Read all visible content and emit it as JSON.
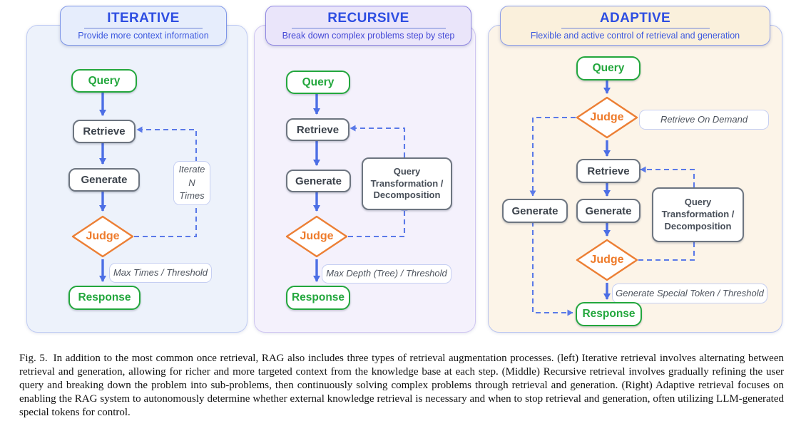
{
  "figure": {
    "caption_label": "Fig. 5.",
    "caption_text": "In addition to the most common once retrieval, RAG also includes three types of retrieval augmentation processes. (left) Iterative retrieval involves alternating between retrieval and generation, allowing for richer and more targeted context from the knowledge base at each step. (Middle) Recursive retrieval involves gradually refining the user query and breaking down the problem into sub-problems, then continuously solving complex problems through retrieval and generation. (Right) Adaptive retrieval focuses on enabling the RAG system to autonomously determine whether external knowledge retrieval is necessary and when to stop retrieval and generation, often utilizing LLM-generated special tokens for control."
  },
  "panels": [
    {
      "title": "ITERATIVE",
      "subtitle": "Provide more context information",
      "nodes": {
        "query": "Query",
        "retrieve": "Retrieve",
        "generate": "Generate",
        "judge": "Judge",
        "response": "Response"
      },
      "notes": {
        "loop": "Iterate N Times",
        "threshold": "Max Times / Threshold"
      }
    },
    {
      "title": "RECURSIVE",
      "subtitle": "Break down complex problems step by step",
      "nodes": {
        "query": "Query",
        "retrieve": "Retrieve",
        "generate": "Generate",
        "judge": "Judge",
        "response": "Response",
        "transform": "Query Transformation / Decomposition"
      },
      "notes": {
        "threshold": "Max Depth (Tree) / Threshold"
      }
    },
    {
      "title": "ADAPTIVE",
      "subtitle": "Flexible and active control of retrieval and generation",
      "nodes": {
        "query": "Query",
        "judge_top": "Judge",
        "retrieve": "Retrieve",
        "generate": "Generate",
        "generate_side": "Generate",
        "judge_bottom": "Judge",
        "response": "Response",
        "transform": "Query Transformation / Decomposition"
      },
      "notes": {
        "on_demand": "Retrieve On Demand",
        "threshold": "Generate Special Token / Threshold"
      }
    }
  ],
  "colors": {
    "title_blue": "#2e4ee2",
    "node_green": "#23a73d",
    "node_gray_border": "#6d7580",
    "judge_orange": "#ee7b2b",
    "arrow_solid_blue": "#4c6ee5",
    "arrow_dashed_blue": "#5a79e8",
    "panel_iterative_bg": "#edf2fb",
    "panel_recursive_bg": "#f4f1fc",
    "panel_adaptive_bg": "#fcf4e8"
  }
}
